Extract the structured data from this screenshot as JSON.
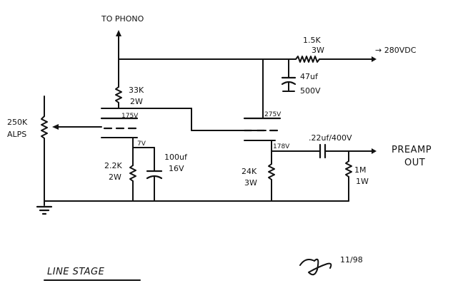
{
  "labels": {
    "to_phono": "TO PHONO",
    "b_plus": "→ 280VDC",
    "r_supply_value": "1.5K",
    "r_supply_power": "3W",
    "c_supply_value": "47uf",
    "c_supply_voltage": "500V",
    "r_plate1_value": "33K",
    "r_plate1_power": "2W",
    "v_plate1": "175V",
    "v_plate2": "275V",
    "pot_value": "250K",
    "pot_brand": "ALPS",
    "v_cathode1": "7V",
    "r_cathode1_value": "2.2K",
    "r_cathode1_power": "2W",
    "c_cathode1_value": "100uf",
    "c_cathode1_voltage": "16V",
    "v_cathode2": "178V",
    "c_coupling": ".22uf/400V",
    "r_cathode2_value": "24K",
    "r_cathode2_power": "3W",
    "r_load_value": "1M",
    "r_load_power": "1W",
    "preamp_out_1": "PREAMP",
    "preamp_out_2": "OUT",
    "title": "LINE STAGE",
    "date": "11/98"
  }
}
